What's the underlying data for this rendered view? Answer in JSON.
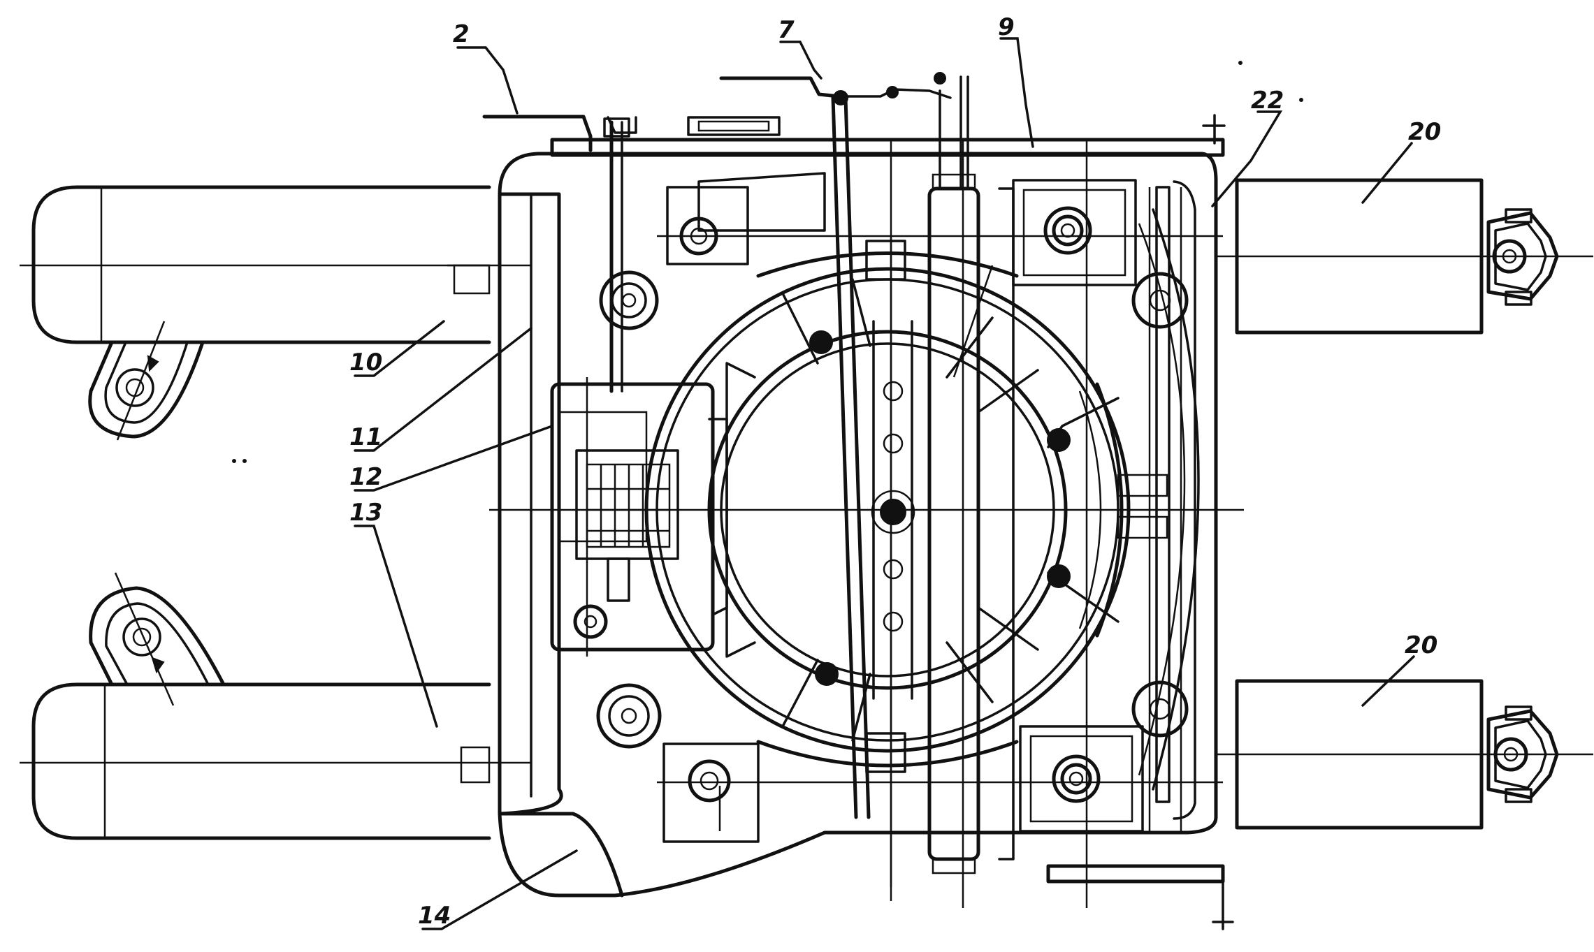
{
  "labels": {
    "l2": "2",
    "l7": "7",
    "l9": "9",
    "l22": "22",
    "l20_top": "20",
    "l20_bottom": "20",
    "l10": "10",
    "l11": "11",
    "l12": "12",
    "l13": "13",
    "l14": "14"
  }
}
